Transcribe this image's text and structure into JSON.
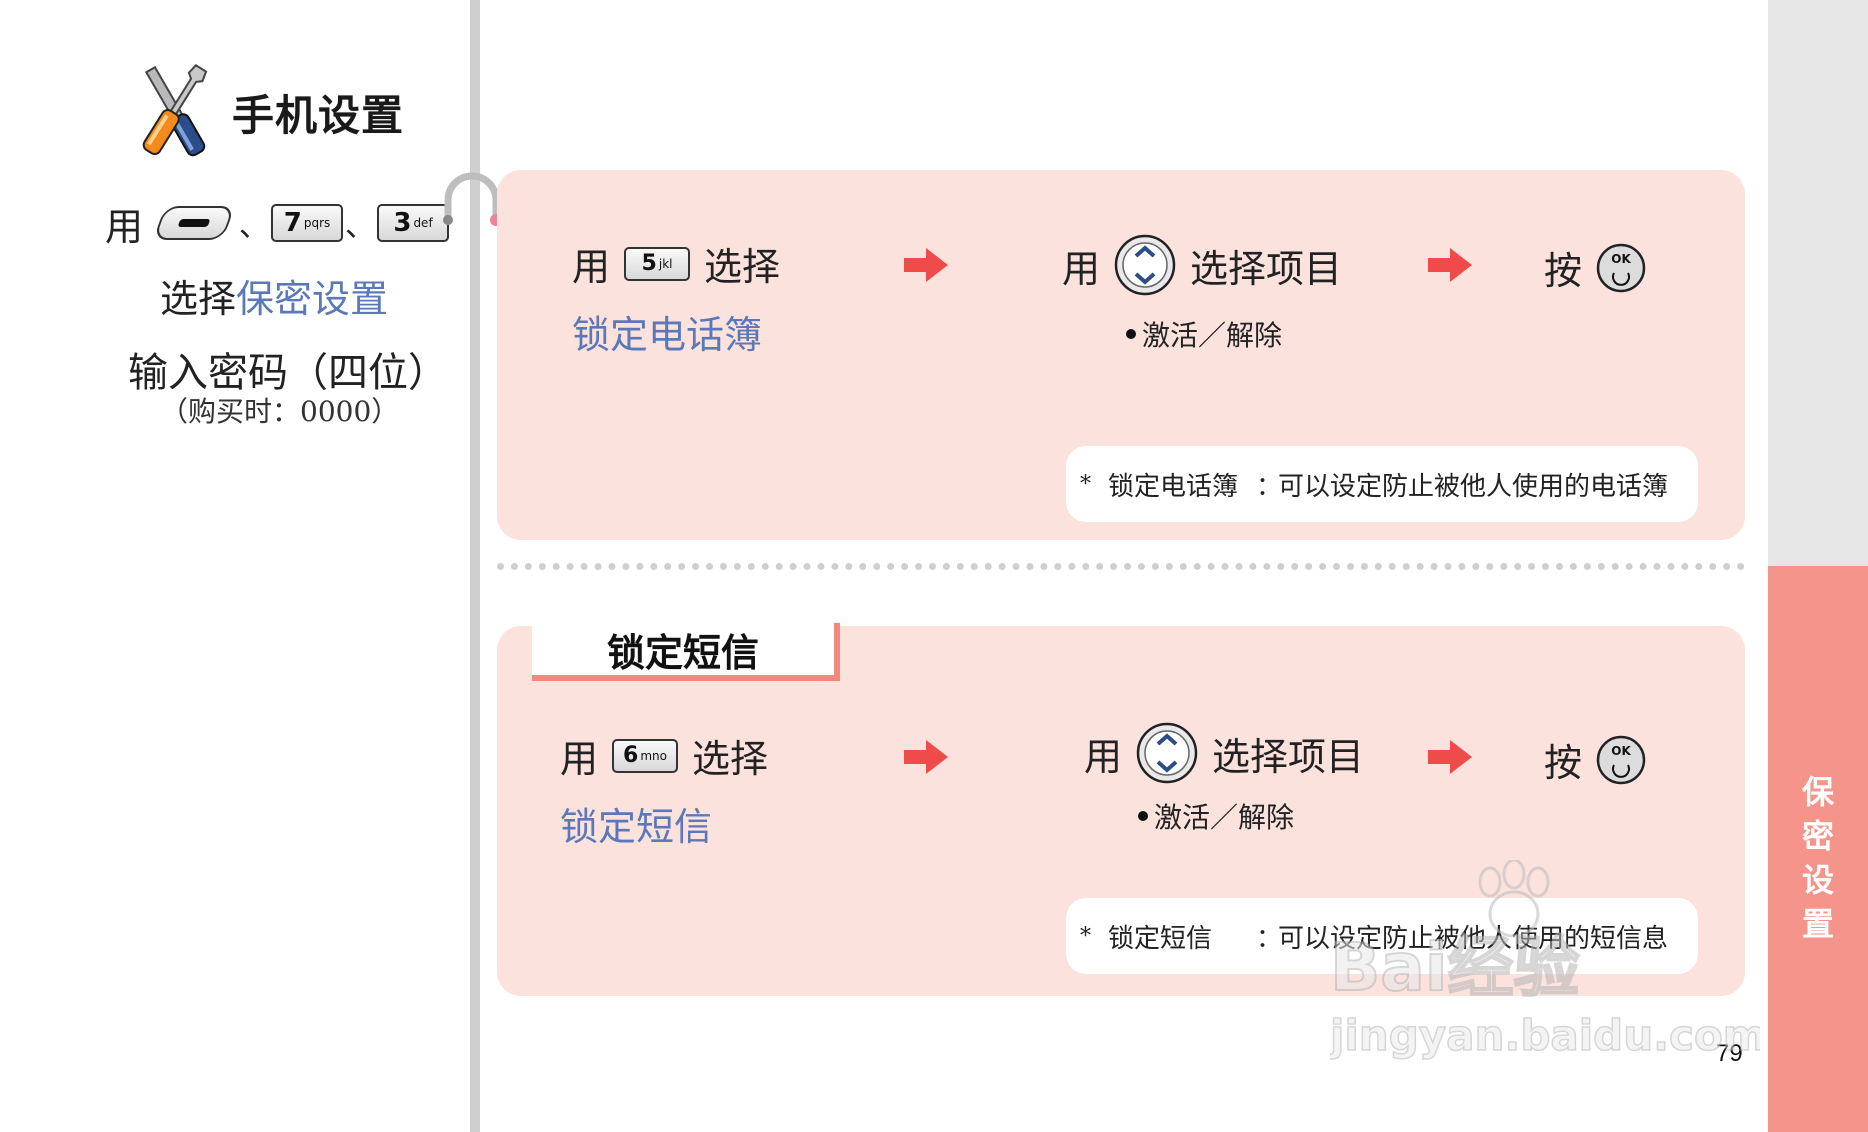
{
  "header": {
    "title": "手机设置"
  },
  "instructions": {
    "use_label": "用",
    "separator": "、",
    "key1": {
      "digit": "7",
      "letters": "pqrs"
    },
    "key2": {
      "digit": "3",
      "letters": "def"
    },
    "select_prefix": "选择",
    "select_target": "保密设置",
    "password_prompt": "输入密码（四位）",
    "password_note": "（购买时：0000）"
  },
  "section1": {
    "step1": {
      "use": "用",
      "key_digit": "5",
      "key_letters": "jkl",
      "select": "选择"
    },
    "menu_item": "锁定电话簿",
    "step2": {
      "use": "用",
      "action": "选择项目"
    },
    "option": "激活／解除",
    "step3": {
      "press": "按",
      "key": "OK"
    },
    "note": {
      "marker": "*",
      "term": "锁定电话簿",
      "colon": "：",
      "text": "可以设定防止被他人使用的电话簿"
    }
  },
  "section2": {
    "title": "锁定短信",
    "step1": {
      "use": "用",
      "key_digit": "6",
      "key_letters": "mno",
      "select": "选择"
    },
    "menu_item": "锁定短信",
    "step2": {
      "use": "用",
      "action": "选择项目"
    },
    "option": "激活／解除",
    "step3": {
      "press": "按",
      "key": "OK"
    },
    "note": {
      "marker": "*",
      "term": "锁定短信",
      "colon": "：",
      "text": "可以设定防止被他人使用的短信息"
    }
  },
  "side_tab": {
    "chars": [
      "保",
      "密",
      "设",
      "置"
    ]
  },
  "page_number": "79",
  "watermark": {
    "brand": "Bai经验",
    "url": "jingyan.baidu.com"
  },
  "colors": {
    "accent_blue": "#5b78b8",
    "panel_pink": "#fbe2dd",
    "side_salmon": "#f4948a",
    "arrow_red": "#ef4b4b"
  },
  "icons": [
    "tools-icon",
    "soft-key-icon",
    "nav-key-icon",
    "ok-key-icon",
    "arrow-right-icon"
  ]
}
